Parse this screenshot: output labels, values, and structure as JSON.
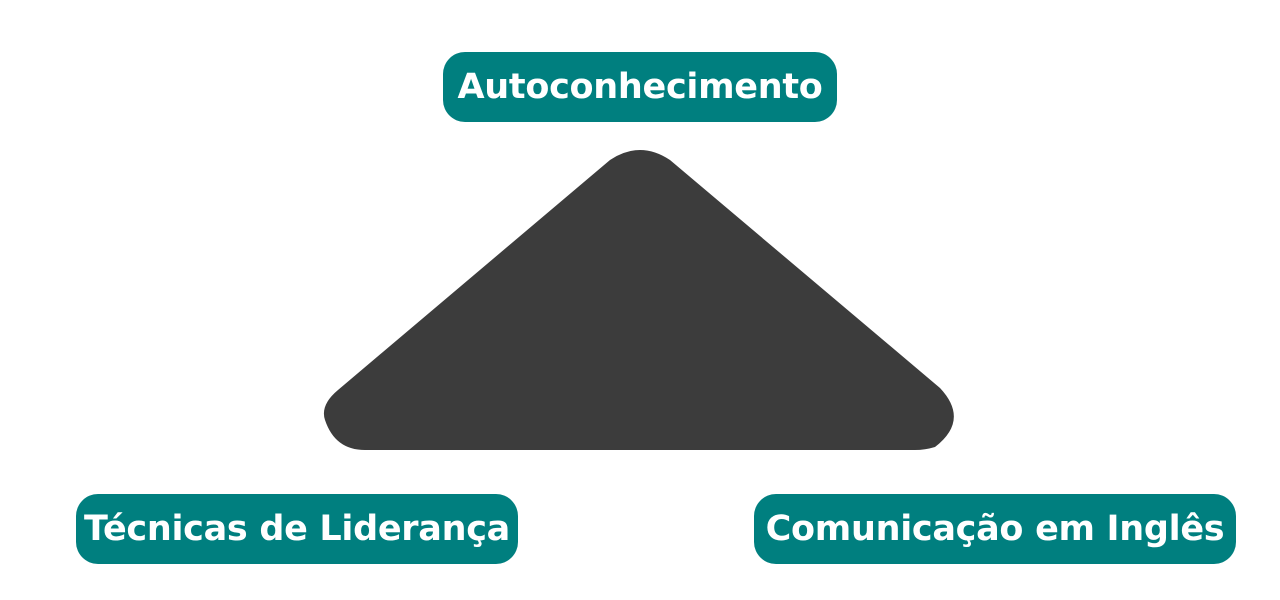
{
  "colors": {
    "label_background": "#007f7f",
    "label_text": "#ffffff",
    "triangle_fill": "#3c3c3c",
    "background": "#ffffff"
  },
  "diagram": {
    "shape": "rounded-triangle",
    "nodes": {
      "top": "Autoconhecimento",
      "bottom_left": "Técnicas de Liderança",
      "bottom_right": "Comunicação em Inglês"
    }
  }
}
